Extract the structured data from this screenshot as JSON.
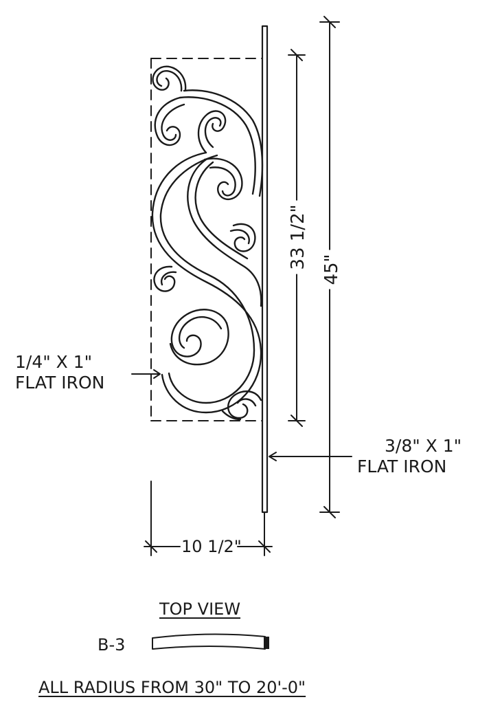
{
  "labels": {
    "height_overall": "45\"",
    "height_scroll": "33 1/2\"",
    "width": "10 1/2\"",
    "scroll_material_line1": "1/4\" X 1\"",
    "scroll_material_line2": "FLAT IRON",
    "post_material_line1": "3/8\"  X 1\"",
    "post_material_line2": "FLAT IRON",
    "top_view": "TOP VIEW",
    "part_number": "B-3",
    "note": "ALL RADIUS FROM 30\" TO 20'-0\""
  },
  "colors": {
    "ink": "#1a1a1a",
    "background": "#ffffff"
  }
}
